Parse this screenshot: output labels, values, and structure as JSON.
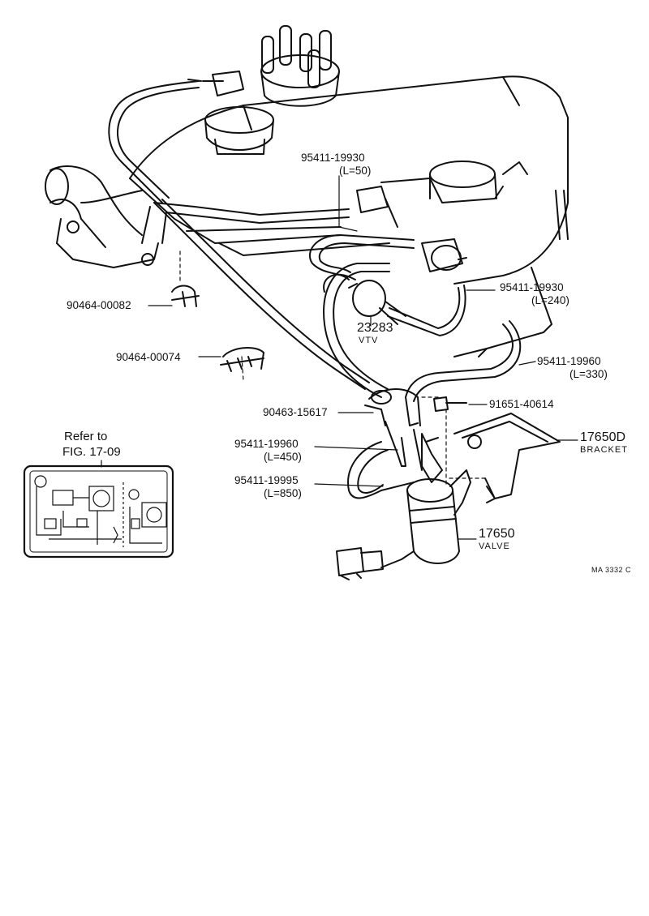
{
  "labels": {
    "p_95411_19930_top": "95411-19930",
    "p_95411_19930_top_len": "(L=50)",
    "p_95411_19930_right": "95411-19930",
    "p_95411_19930_right_len": "(L=240)",
    "p_23283": "23283",
    "p_23283_name": "VTV",
    "p_90464_00082": "90464-00082",
    "p_90464_00074": "90464-00074",
    "p_95411_19960_right": "95411-19960",
    "p_95411_19960_right_len": "(L=330)",
    "p_90463_15617": "90463-15617",
    "p_91651_40614": "91651-40614",
    "p_17650D": "17650D",
    "p_17650D_name": "BRACKET",
    "p_95411_19960_left": "95411-19960",
    "p_95411_19960_left_len": "(L=450)",
    "p_95411_19995": "95411-19995",
    "p_95411_19995_len": "(L=850)",
    "p_17650": "17650",
    "p_17650_name": "VALVE",
    "refer_line1": "Refer to",
    "refer_line2": "FIG. 17-09",
    "figure_code": "MA 3332 C"
  }
}
